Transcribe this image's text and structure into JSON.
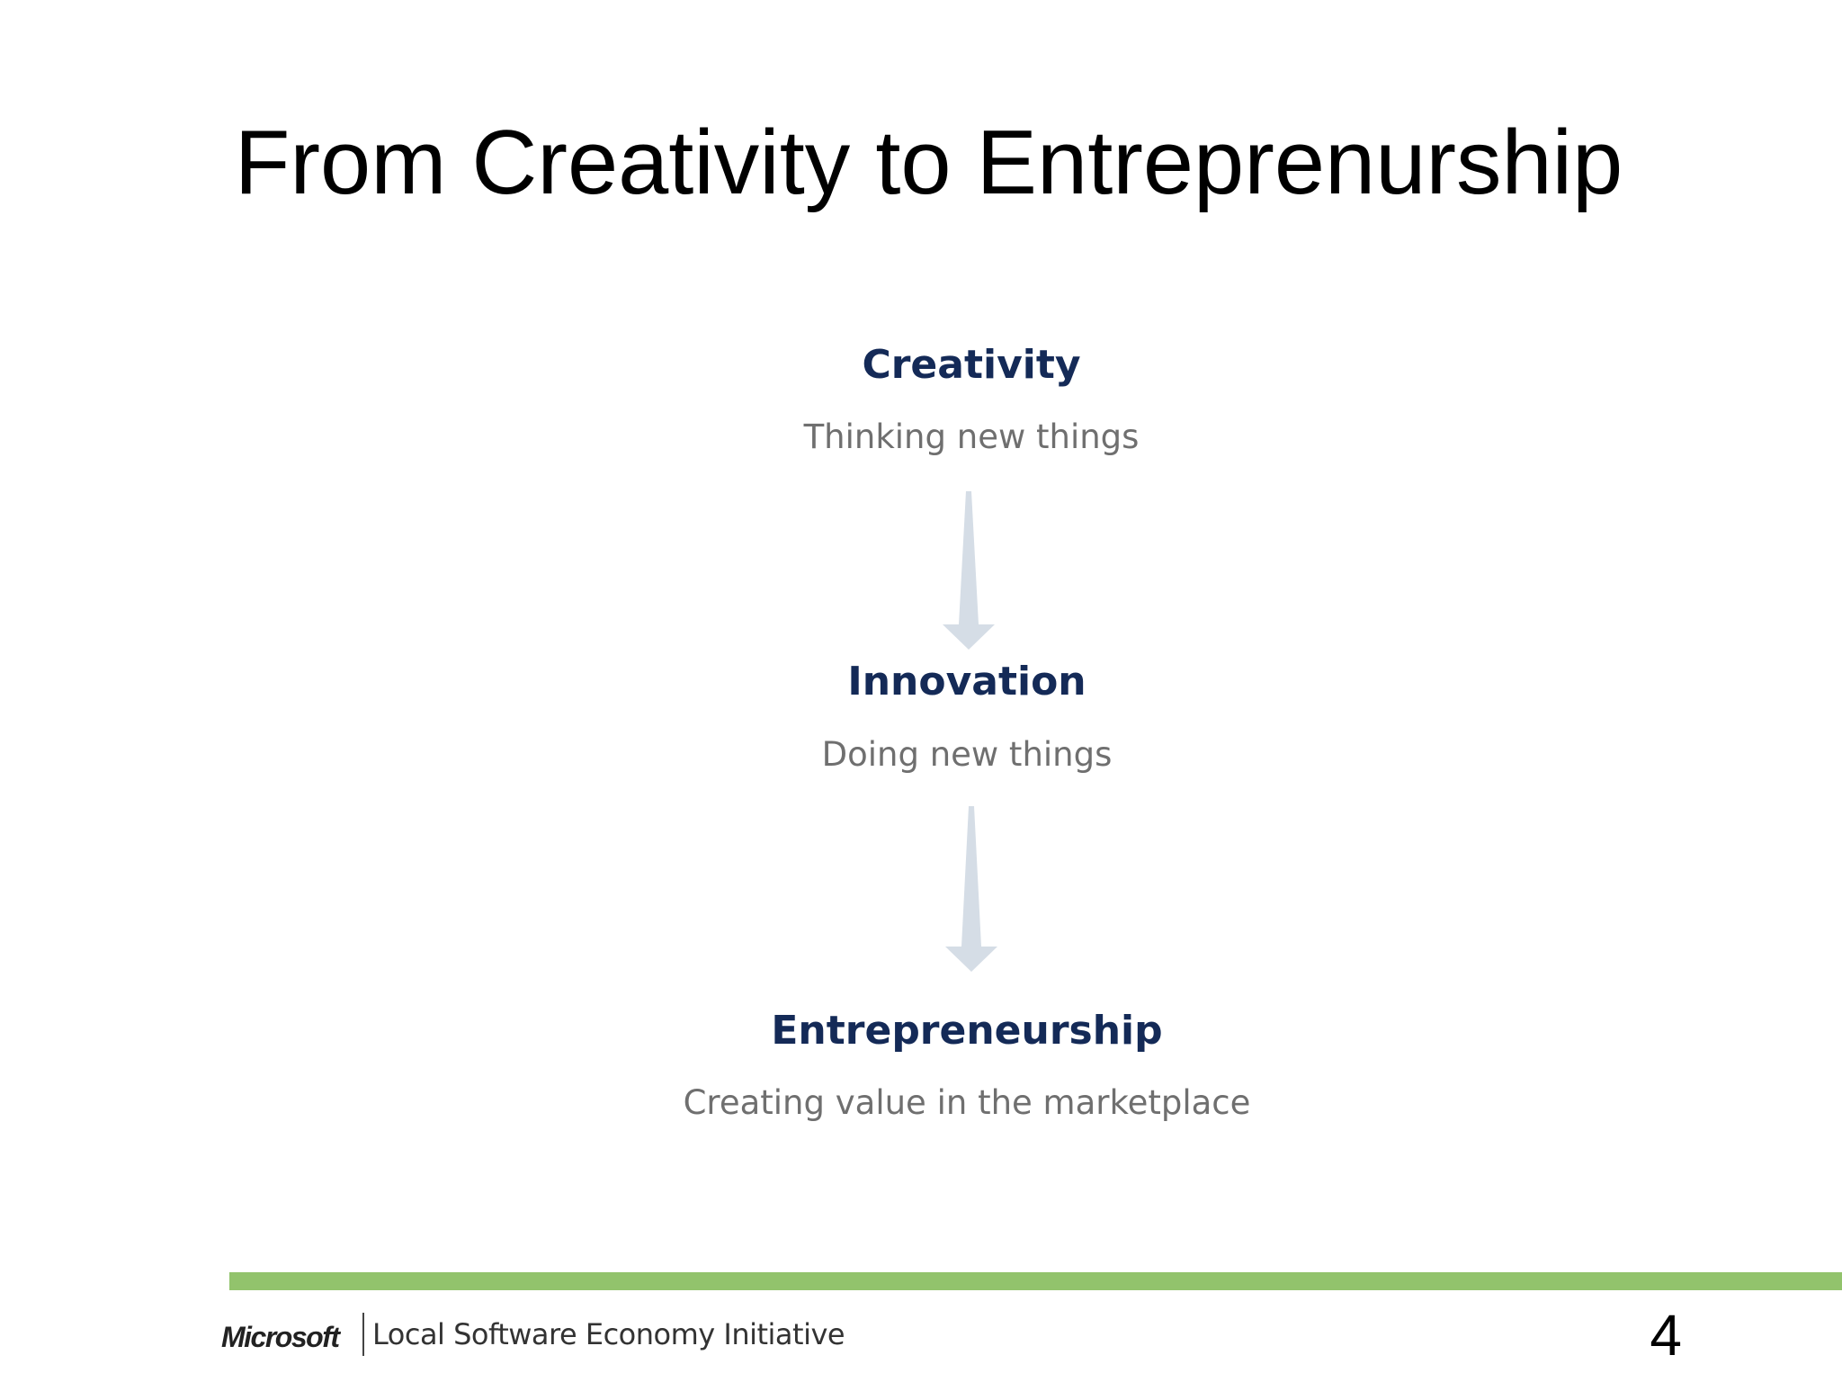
{
  "slide": {
    "title": "From Creativity to Entreprenurship",
    "page_number": "4"
  },
  "diagram": {
    "nodes": [
      {
        "heading": "Creativity",
        "description": "Thinking new things"
      },
      {
        "heading": "Innovation",
        "description": "Doing new things"
      },
      {
        "heading": "Entrepreneurship",
        "description": "Creating value in the marketplace"
      }
    ],
    "arrow_color": "#d5dde6"
  },
  "footer": {
    "logo": "Microsoft",
    "initiative": "Local Software Economy Initiative",
    "rule_color": "#92c36c"
  }
}
